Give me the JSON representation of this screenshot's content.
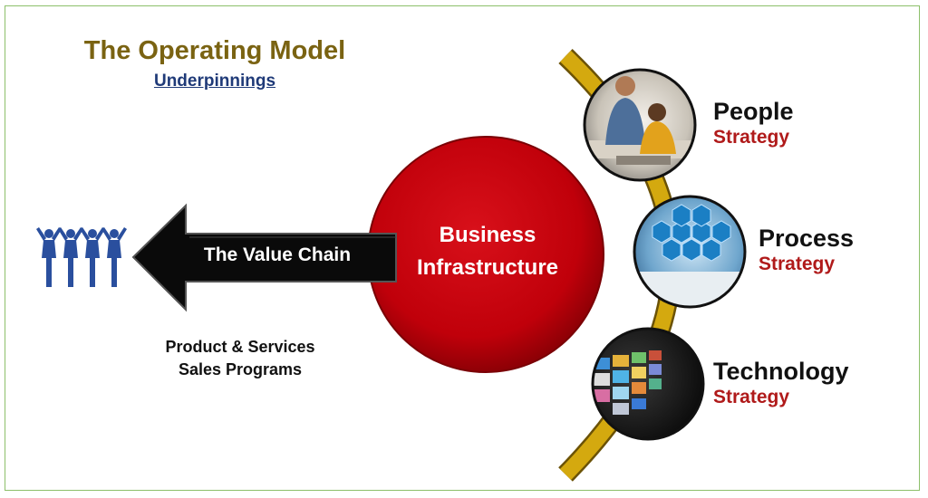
{
  "header": {
    "title": "The Operating Model",
    "subtitle": "Underpinnings"
  },
  "value_chain": {
    "label": "The Value Chain",
    "customers_icon": "people-group-icon"
  },
  "offerings": {
    "line1": "Product & Services",
    "line2": "Sales Programs"
  },
  "core": {
    "line1": "Business",
    "line2": "Infrastructure"
  },
  "pillars": [
    {
      "name": "People",
      "sub": "Strategy",
      "image": "people-meeting-photo"
    },
    {
      "name": "Process",
      "sub": "Strategy",
      "image": "process-hexagon-photo"
    },
    {
      "name": "Technology",
      "sub": "Strategy",
      "image": "media-screens-photo"
    }
  ],
  "colors": {
    "title": "#7a6312",
    "subtitle": "#1f3a78",
    "core_red": "#c0000a",
    "strategy_red": "#b01a1a",
    "arc_gold": "#d4a90f",
    "people_blue": "#2a4f9e",
    "frame_green": "#8dbf6a"
  }
}
